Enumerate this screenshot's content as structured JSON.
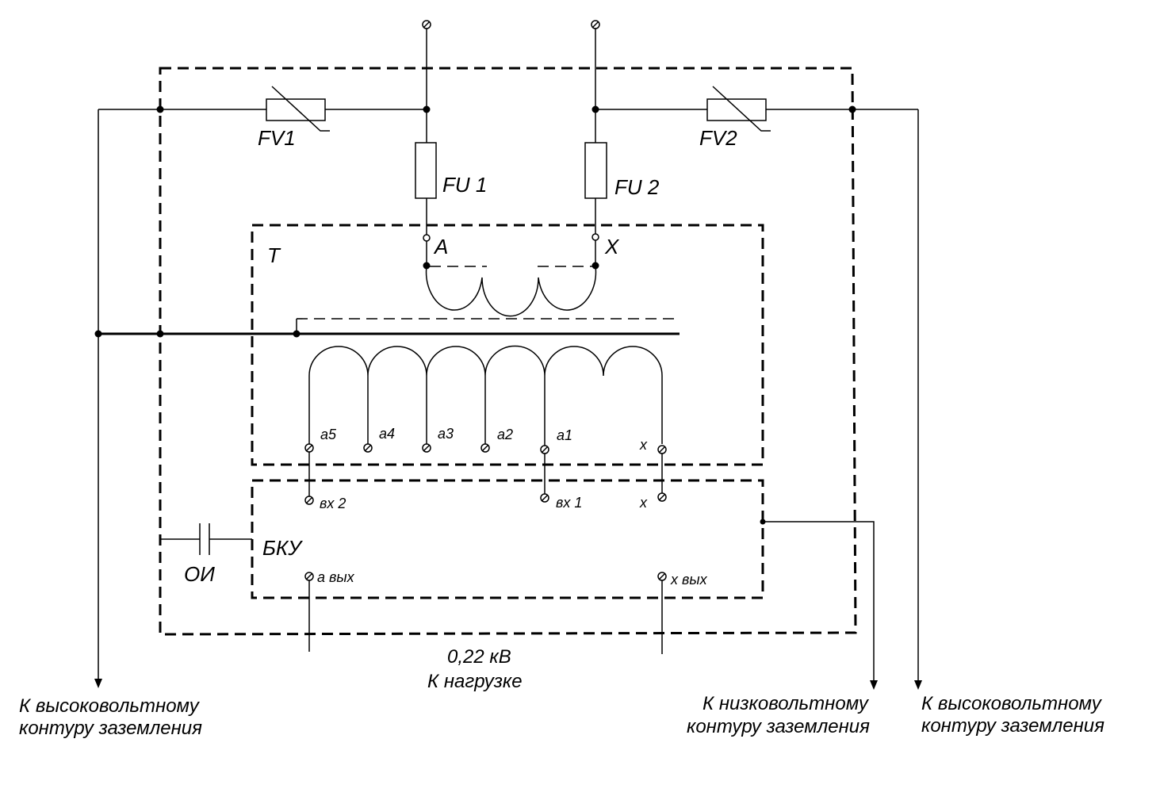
{
  "labels": {
    "fv1": "FV1",
    "fv2": "FV2",
    "fu1": "FU 1",
    "fu2": "FU 2",
    "transformer": "T",
    "primary_a": "A",
    "primary_x": "X",
    "tap_a5": "a5",
    "tap_a4": "a4",
    "tap_a3": "a3",
    "tap_a2": "a2",
    "tap_a1": "a1",
    "tap_x": "x",
    "bku": "БКУ",
    "bku_in2": "вх 2",
    "bku_in1": "вх 1",
    "bku_x": "x",
    "bku_out_a": "a вых",
    "bku_out_x": "x вых",
    "capacitor": "ОИ",
    "voltage": "0,22 кВ",
    "to_load": "К нагрузке",
    "left_ground_1": "К высоковольтному",
    "left_ground_2": "контуру заземления",
    "low_ground_1": "К низковольтному",
    "low_ground_2": "контуру заземления",
    "right_ground_1": "К высоковольтному",
    "right_ground_2": "контуру заземления"
  }
}
